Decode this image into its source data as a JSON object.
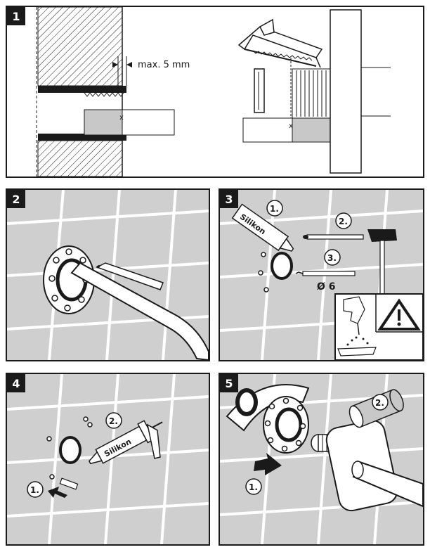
{
  "panels": [
    {
      "number": "1"
    },
    {
      "number": "2"
    },
    {
      "number": "3"
    },
    {
      "number": "4"
    },
    {
      "number": "5"
    }
  ],
  "panel1": {
    "gap_label": "max. 5 mm"
  },
  "panel3": {
    "steps": [
      "1.",
      "2.",
      "3."
    ],
    "tube_text": "Silikon",
    "drill_diameter": "Ø 6",
    "warning_icon": "warning-triangle-icon"
  },
  "panel4": {
    "steps": [
      "1.",
      "2."
    ],
    "tube_text": "Silikon"
  },
  "panel5": {
    "steps": [
      "1.",
      "2."
    ]
  }
}
